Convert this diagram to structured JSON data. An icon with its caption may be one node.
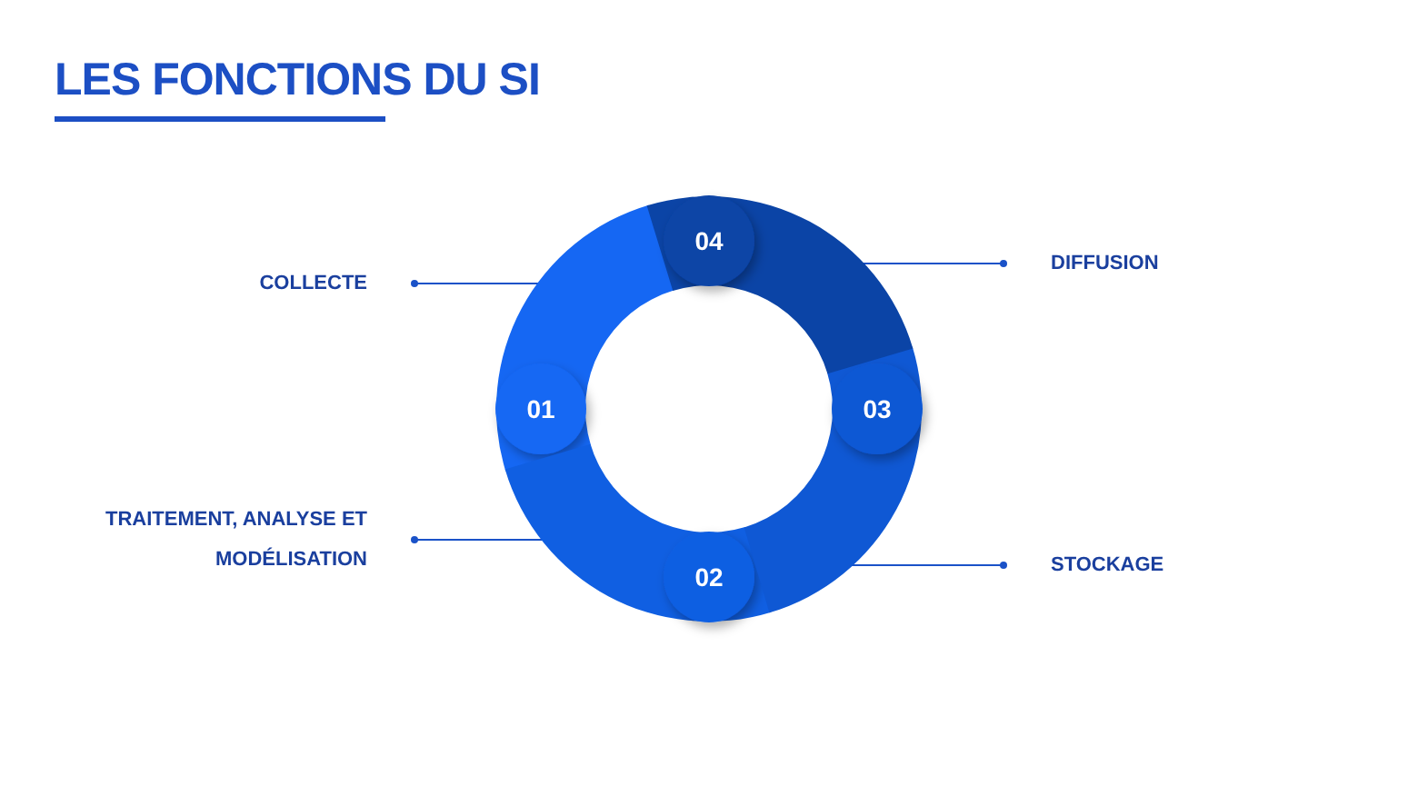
{
  "diagram": {
    "title": "LES FONCTIONS DU SI",
    "nodes": [
      {
        "text": [
          "01"
        ]
      },
      {
        "text": [
          "02"
        ]
      },
      {
        "text": [
          "03"
        ]
      },
      {
        "text": [
          "04"
        ]
      },
      {
        "text": [
          "COLLECTE"
        ]
      },
      {
        "text": [
          "TRAITEMENT, ANALYSE ET MODÉLISATION"
        ]
      },
      {
        "text": [
          "DIFFUSION"
        ]
      },
      {
        "text": [
          "STOCKAGE"
        ]
      }
    ],
    "edges": [
      {
        "from": 4,
        "to": 0,
        "arrow": "other"
      },
      {
        "from": 5,
        "to": 1,
        "arrow": "other"
      },
      {
        "from": 6,
        "to": 3,
        "arrow": "other"
      },
      {
        "from": 7,
        "to": 2,
        "arrow": "other"
      }
    ]
  }
}
